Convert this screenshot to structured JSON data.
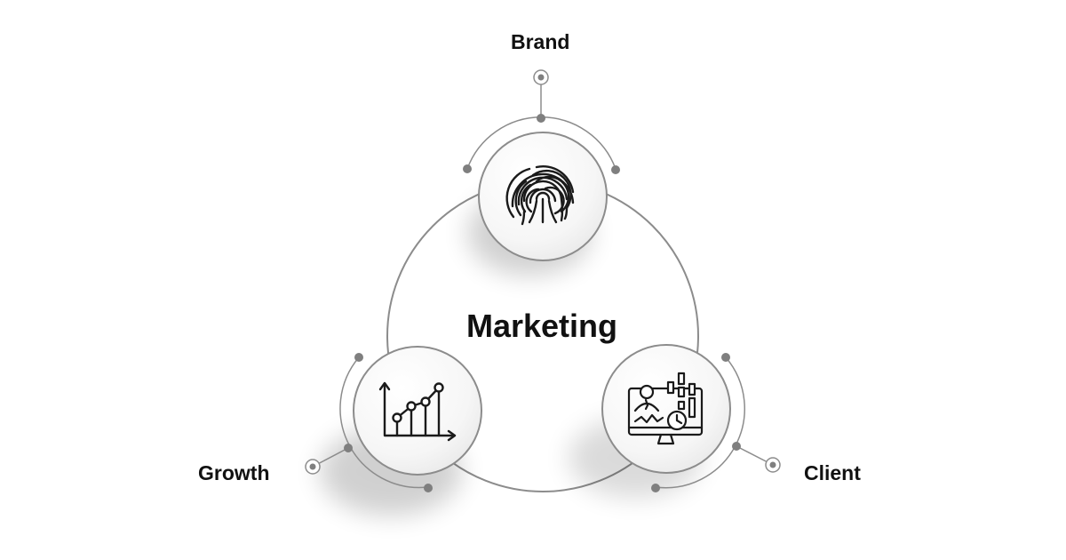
{
  "center": {
    "label": "Marketing"
  },
  "nodes": [
    {
      "label": "Brand",
      "icon": "fingerprint-icon"
    },
    {
      "label": "Growth",
      "icon": "growth-chart-icon"
    },
    {
      "label": "Client",
      "icon": "client-monitor-icon"
    }
  ],
  "colors": {
    "stroke": "#8c8c8c",
    "dot": "#7f7f7f",
    "icon": "#1a1a1a",
    "text": "#111111",
    "background": "#ffffff"
  }
}
